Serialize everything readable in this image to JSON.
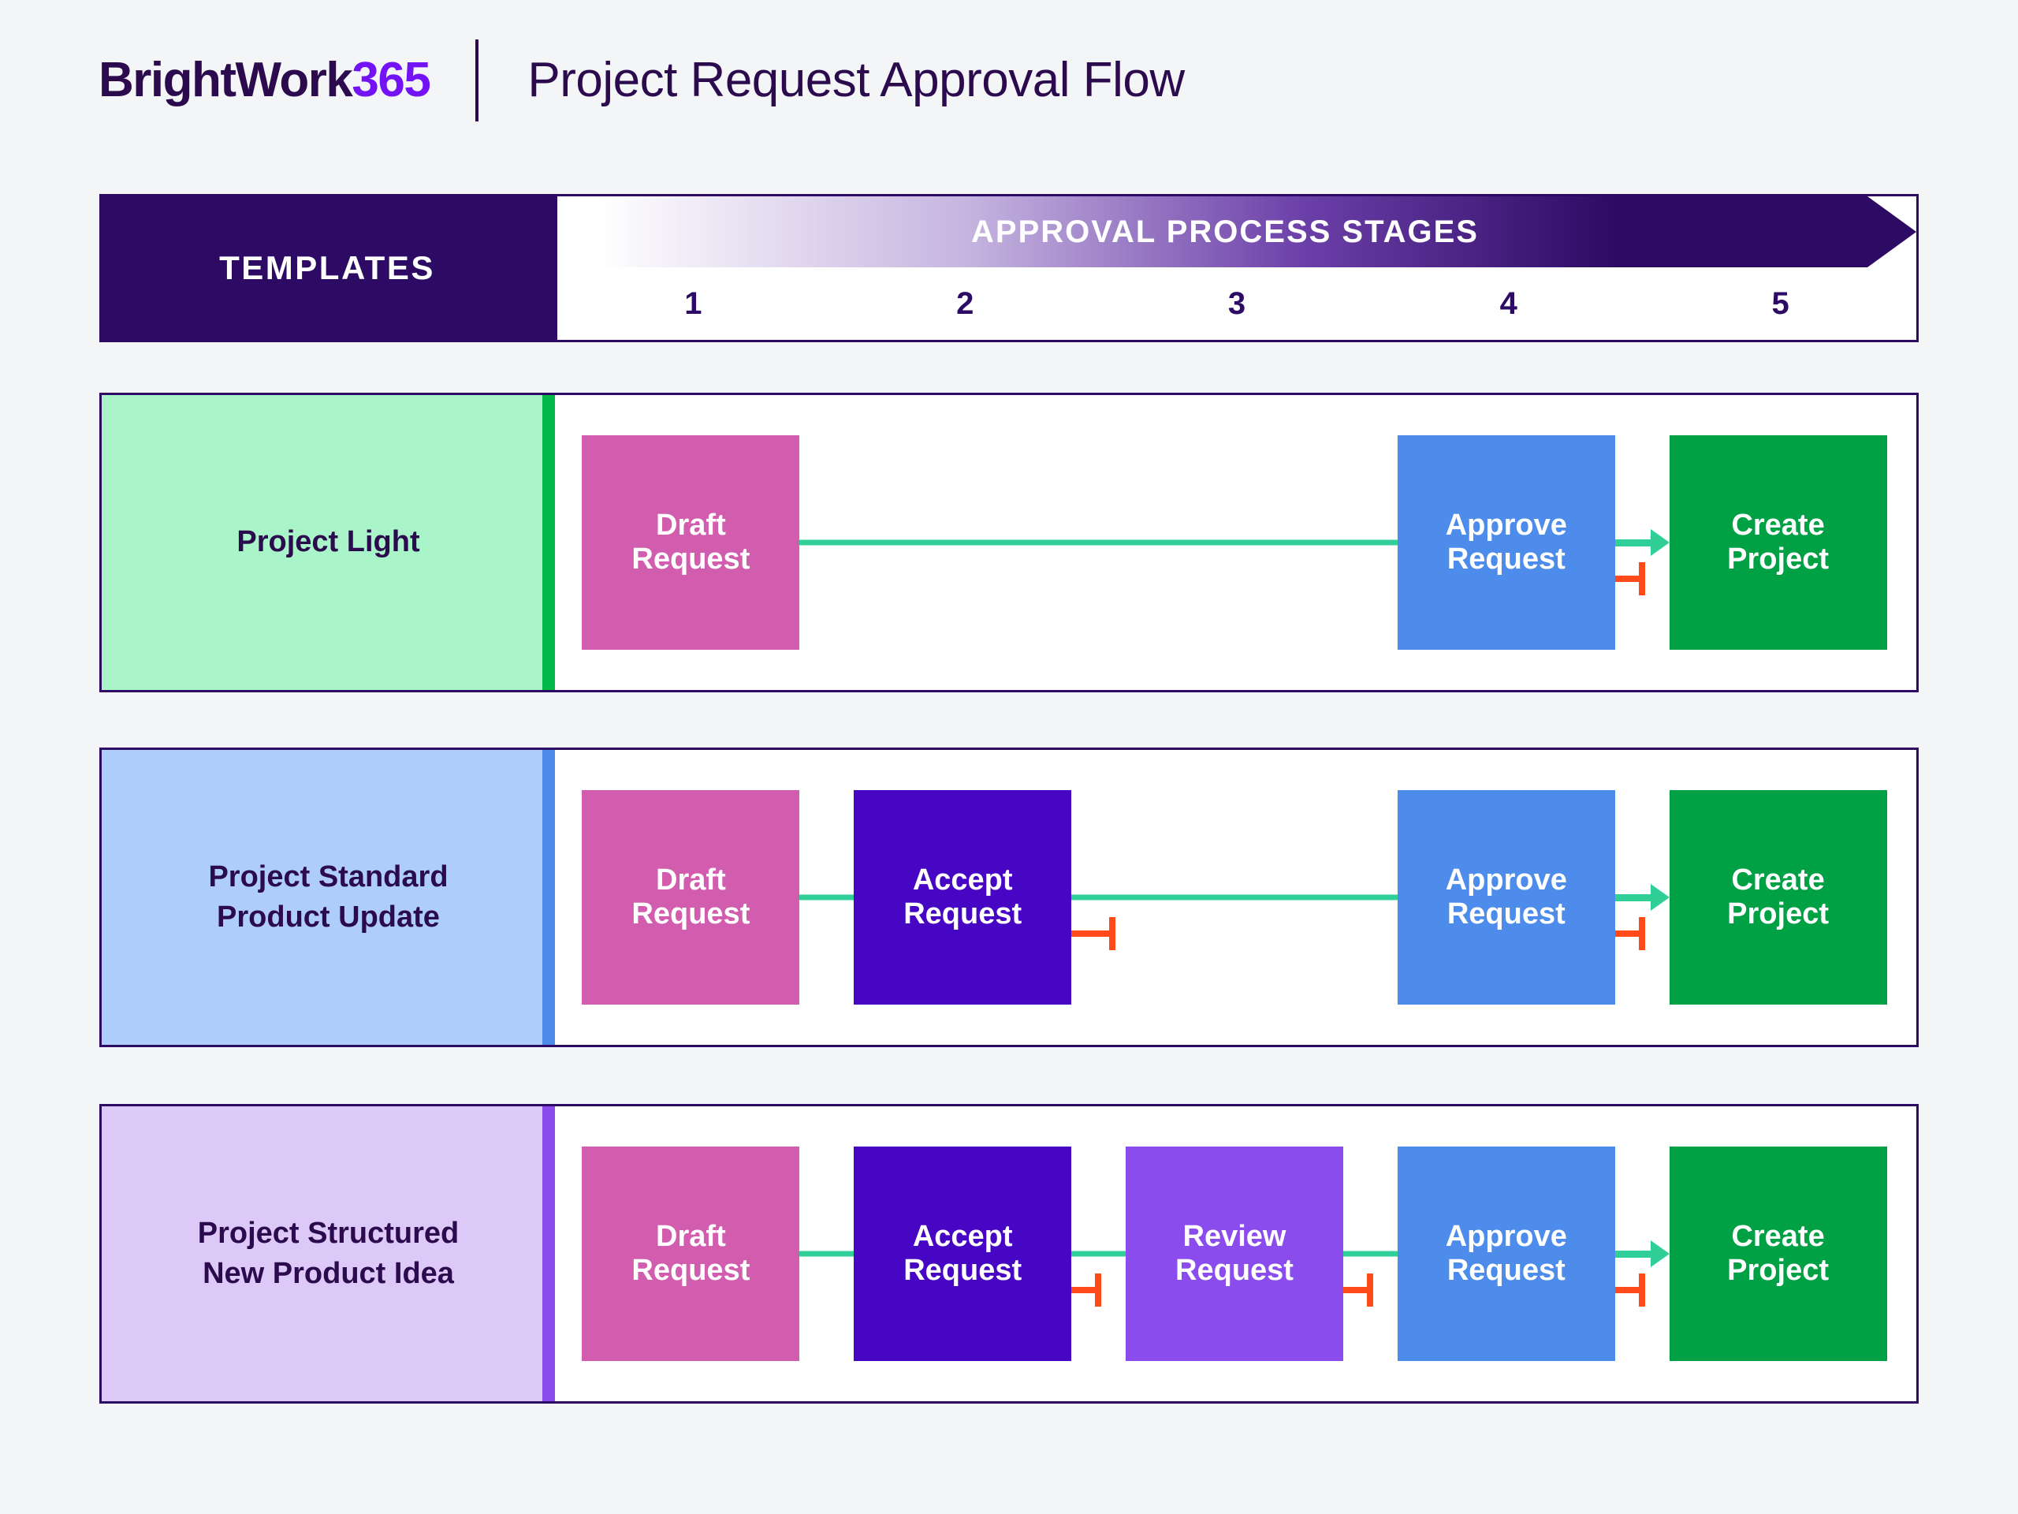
{
  "header": {
    "logo_primary": "BrightWork",
    "logo_accent": "365",
    "title": "Project Request Approval Flow",
    "logo_primary_color": "#2b0b4d",
    "logo_accent_color": "#7313f5"
  },
  "stage_header": {
    "templates_label": "TEMPLATES",
    "stages_label": "APPROVAL PROCESS STAGES",
    "stage_numbers": [
      "1",
      "2",
      "3",
      "4",
      "5"
    ],
    "band_color": "#2d0a63",
    "gradient_from": "#ffffff",
    "gradient_to": "#2d0a63"
  },
  "stage_types": {
    "draft": {
      "label_line1": "Draft",
      "label_line2": "Request",
      "color": "#d25cae"
    },
    "accept": {
      "label_line1": "Accept",
      "label_line2": "Request",
      "color": "#4606c4"
    },
    "review": {
      "label_line1": "Review",
      "label_line2": "Request",
      "color": "#8b4ced"
    },
    "approve": {
      "label_line1": "Approve",
      "label_line2": "Request",
      "color": "#4d8cea"
    },
    "create": {
      "label_line1": "Create",
      "label_line2": "Project",
      "color": "#00a044"
    }
  },
  "connector_colors": {
    "flow": "#2fcf97",
    "reject": "#ff4a1a"
  },
  "rows": [
    {
      "name": "Project Light",
      "label_line1": "Project Light",
      "label_line2": "",
      "panel_color": "#a9f5c9",
      "accent_color": "#00b84a",
      "stages": [
        {
          "stage": 1,
          "type": "draft",
          "label_line1": "Draft",
          "label_line2": "Request",
          "color": "#d25cae"
        },
        {
          "stage": 4,
          "type": "approve",
          "label_line1": "Approve",
          "label_line2": "Request",
          "color": "#4d8cea"
        },
        {
          "stage": 5,
          "type": "create",
          "label_line1": "Create",
          "label_line2": "Project",
          "color": "#00a044"
        }
      ]
    },
    {
      "name": "Project Standard Product Update",
      "label_line1": "Project Standard",
      "label_line2": "Product Update",
      "panel_color": "#aecdfa",
      "accent_color": "#4d8cea",
      "stages": [
        {
          "stage": 1,
          "type": "draft",
          "label_line1": "Draft",
          "label_line2": "Request",
          "color": "#d25cae"
        },
        {
          "stage": 2,
          "type": "accept",
          "label_line1": "Accept",
          "label_line2": "Request",
          "color": "#4606c4"
        },
        {
          "stage": 4,
          "type": "approve",
          "label_line1": "Approve",
          "label_line2": "Request",
          "color": "#4d8cea"
        },
        {
          "stage": 5,
          "type": "create",
          "label_line1": "Create",
          "label_line2": "Project",
          "color": "#00a044"
        }
      ]
    },
    {
      "name": "Project Structured New Product Idea",
      "label_line1": "Project Structured",
      "label_line2": "New Product Idea",
      "panel_color": "#dcc9f8",
      "accent_color": "#8b4ced",
      "stages": [
        {
          "stage": 1,
          "type": "draft",
          "label_line1": "Draft",
          "label_line2": "Request",
          "color": "#d25cae"
        },
        {
          "stage": 2,
          "type": "accept",
          "label_line1": "Accept",
          "label_line2": "Request",
          "color": "#4606c4"
        },
        {
          "stage": 3,
          "type": "review",
          "label_line1": "Review",
          "label_line2": "Request",
          "color": "#8b4ced"
        },
        {
          "stage": 4,
          "type": "approve",
          "label_line1": "Approve",
          "label_line2": "Request",
          "color": "#4d8cea"
        },
        {
          "stage": 5,
          "type": "create",
          "label_line1": "Create",
          "label_line2": "Project",
          "color": "#00a044"
        }
      ]
    }
  ]
}
